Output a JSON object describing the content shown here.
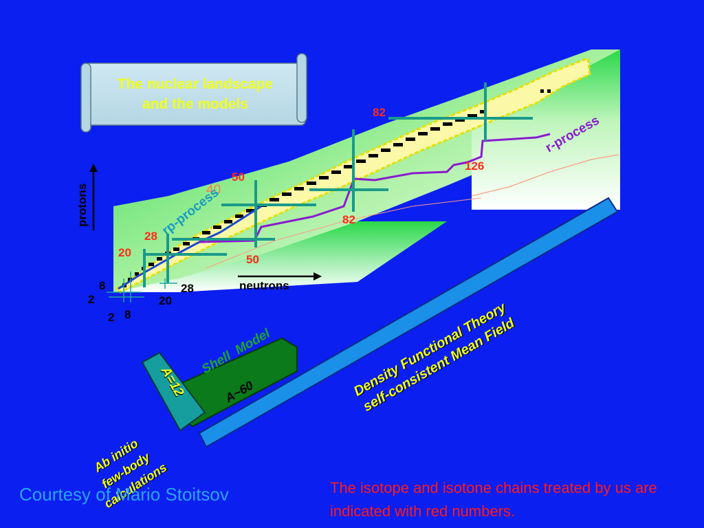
{
  "title": {
    "line1": "The nuclear landscape",
    "line2": "and the models"
  },
  "axes": {
    "y_label": "protons",
    "x_label": "neutrons"
  },
  "magic_numbers": {
    "proton_lines": [
      "82",
      "50",
      "28",
      "20",
      "8",
      "2"
    ],
    "neutron_lines": [
      "126",
      "82",
      "50",
      "28",
      "20",
      "8",
      "2"
    ],
    "extra": "40"
  },
  "processes": {
    "rp": "rp-process",
    "r": "r-process"
  },
  "models": {
    "ab_initio": [
      "Ab initio",
      "few-body",
      "calculations"
    ],
    "a12": "A=12",
    "shell_model": "Shell  Model",
    "a60": "A~60",
    "dft": [
      "Density Functional Theory",
      "self-consistent Mean Field"
    ]
  },
  "footer": {
    "credit": "Courtesy of Mario Stoitsov",
    "note": "The isotope and isotone chains treated by us are indicated with red numbers."
  },
  "colors": {
    "background": "#0b1ff0",
    "magic_line": "#1a9a8a",
    "r_process": "#8a1ad0",
    "highlight": "#ff2a1a",
    "label_yellow": "#f0ff1a",
    "dft_band": "#1a90e8",
    "shell_band": "#0a7a1a",
    "ab_initio_band": "#169e9e"
  }
}
